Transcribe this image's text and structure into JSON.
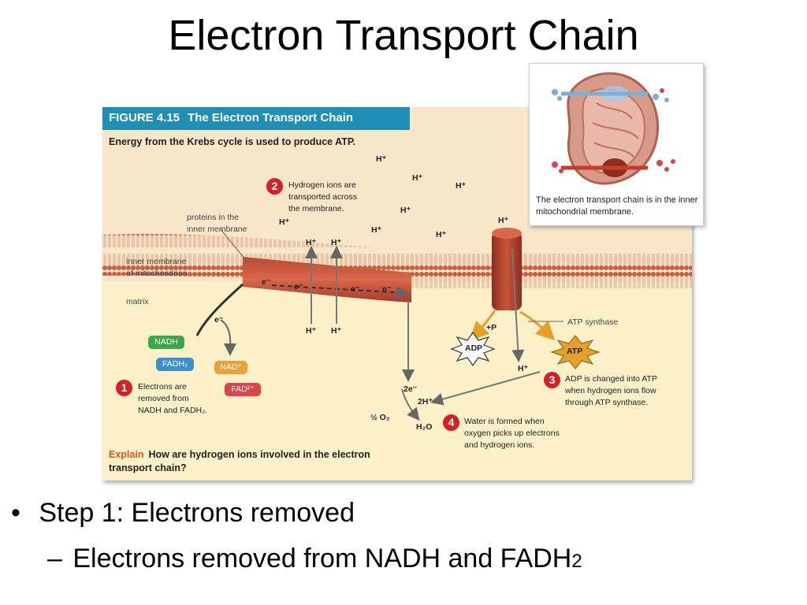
{
  "slide": {
    "title": "Electron Transport Chain",
    "bullets": {
      "level1_marker": "•",
      "level1_text": "Step 1: Electrons removed",
      "level2_marker": "–",
      "level2_text": "Electrons removed from NADH and FADH",
      "level2_sub": "2"
    }
  },
  "figure": {
    "number": "FIGURE 4.15",
    "title": "The Electron Transport Chain",
    "subtitle": "Energy from the Krebs cycle is used to produce ATP.",
    "labels": {
      "proteins_line1": "proteins in the",
      "proteins_line2": "inner membrane",
      "inner_membrane_line1": "inner membrane",
      "inner_membrane_line2": "of mitochondrion",
      "matrix": "matrix",
      "atp_synthase": "ATP synthase",
      "h_ion": "H⁺",
      "electron": "e⁻",
      "two_e": "2e⁻",
      "two_h": "2H⁺",
      "half_o2": "½ O₂",
      "h2o": "H₂O",
      "plus_p": "+P"
    },
    "molecules": {
      "nadh": "NADH",
      "fadh2": "FADH₂",
      "nad": "NAD⁺",
      "fad": "FAD²⁺",
      "adp": "ADP",
      "atp": "ATP"
    },
    "steps": [
      {
        "num": "1",
        "text": [
          "Electrons are",
          "removed from",
          "NADH and FADH₂."
        ]
      },
      {
        "num": "2",
        "text": [
          "Hydrogen ions are",
          "transported across",
          "the membrane."
        ]
      },
      {
        "num": "3",
        "text": [
          "ADP is changed into ATP",
          "when hydrogen ions flow",
          "through ATP synthase."
        ]
      },
      {
        "num": "4",
        "text": [
          "Water is formed when",
          "oxygen picks up electrons",
          "and hydrogen ions."
        ]
      }
    ],
    "explain": {
      "keyword": "Explain",
      "question": "How are hydrogen ions involved in the electron transport chain?"
    },
    "inset_caption": "The electron transport chain is in the inner mitochondrial membrane."
  },
  "colors": {
    "header_blue": "#1f8fb8",
    "membrane_red": "#c8553a",
    "step_red": "#d32029",
    "nadh_green": "#3aa84a",
    "fadh2_blue": "#3d8fd1",
    "nad_orange": "#e8a23a",
    "fad_red": "#d9454a",
    "atp_orange": "#e6a02a"
  }
}
